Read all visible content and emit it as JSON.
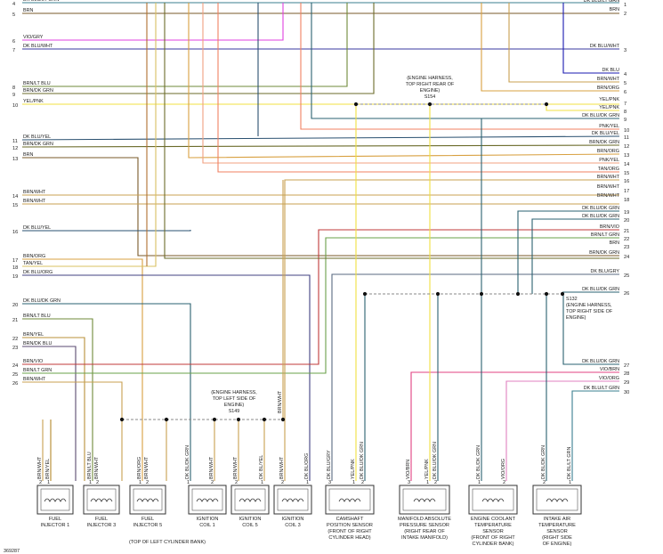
{
  "diagram_id": "369287",
  "colors": {
    "DK BLU/LT GRN": "#3a7f8f",
    "BRN": "#7a5a2a",
    "VIO/GRY": "#e040e0",
    "DK BLU/WHT": "#3a3aa0",
    "BRN/LT BLU": "#6f8a3a",
    "BRN/DK GRN": "#6b6b2a",
    "YEL/PNK": "#f0e040",
    "DK BLU/YEL": "#2a5070",
    "BRN/WHT": "#c8a050",
    "BRN/ORG": "#d8a040",
    "TAN/YEL": "#d8c060",
    "DK BLU/ORG": "#404080",
    "DK BLU/DK GRN": "#2a6070",
    "BRN/YEL": "#b8903a",
    "BRN/DK BLU": "#5a4a70",
    "BRN/VIO": "#c03a3a",
    "BRN/LT GRN": "#6aa04a",
    "DK BLU": "#1a1ab0",
    "PNK/YEL": "#f0a080",
    "TAN/ORG": "#f08060",
    "DK BLU/GRY": "#5a6a80",
    "VIO/BRN": "#e04080",
    "VIO/ORG": "#e080c0",
    "DK BL/DK GRN": "#2a6070",
    "BRN/ORG2": "#b07030"
  },
  "left_wires": [
    {
      "num": "4",
      "label": "DK BLU/LT GRN"
    },
    {
      "num": "5",
      "label": "BRN"
    },
    {
      "num": "6",
      "label": "VIO/GRY"
    },
    {
      "num": "7",
      "label": "DK BLU/WHT"
    },
    {
      "num": "8",
      "label": "BRN/LT BLU"
    },
    {
      "num": "9",
      "label": "BRN/DK GRN"
    },
    {
      "num": "10",
      "label": "YEL/PNK"
    },
    {
      "num": "11",
      "label": "DK BLU/YEL"
    },
    {
      "num": "12",
      "label": "BRN/DK GRN"
    },
    {
      "num": "13",
      "label": "BRN"
    },
    {
      "num": "14",
      "label": "BRN/WHT"
    },
    {
      "num": "15",
      "label": "BRN/WHT"
    },
    {
      "num": "16",
      "label": "DK BLU/YEL"
    },
    {
      "num": "17",
      "label": "BRN/ORG"
    },
    {
      "num": "18",
      "label": "TAN/YEL"
    },
    {
      "num": "19",
      "label": "DK BLU/ORG"
    },
    {
      "num": "20",
      "label": "DK BLU/DK GRN"
    },
    {
      "num": "21",
      "label": "BRN/LT BLU"
    },
    {
      "num": "22",
      "label": "BRN/YEL"
    },
    {
      "num": "23",
      "label": "BRN/DK BLU"
    },
    {
      "num": "24",
      "label": "BRN/VIO"
    },
    {
      "num": "25",
      "label": "BRN/LT GRN"
    },
    {
      "num": "26",
      "label": "BRN/WHT"
    }
  ],
  "right_wires": [
    {
      "num": "1",
      "label": "DK BLU/LT GRN"
    },
    {
      "num": "2",
      "label": "BRN"
    },
    {
      "num": "3",
      "label": "DK BLU/WHT"
    },
    {
      "num": "4",
      "label": "DK BLU"
    },
    {
      "num": "5",
      "label": "BRN/WHT"
    },
    {
      "num": "6",
      "label": "BRN/ORG"
    },
    {
      "num": "7",
      "label": "YEL/PNK"
    },
    {
      "num": "8",
      "label": "YEL/PNK"
    },
    {
      "num": "9",
      "label": "DK BLU/DK GRN"
    },
    {
      "num": "10",
      "label": "PNK/YEL"
    },
    {
      "num": "11",
      "label": "DK BLU/YEL"
    },
    {
      "num": "12",
      "label": "BRN/DK GRN"
    },
    {
      "num": "13",
      "label": "BRN/ORG"
    },
    {
      "num": "14",
      "label": "PNK/YEL"
    },
    {
      "num": "15",
      "label": "TAN/ORG"
    },
    {
      "num": "16",
      "label": "BRN/WHT"
    },
    {
      "num": "17",
      "label": "BRN/WHT"
    },
    {
      "num": "18",
      "label": "BRN/WHT"
    },
    {
      "num": "19",
      "label": "DK BLU/DK GRN"
    },
    {
      "num": "20",
      "label": "DK BLU/DK GRN"
    },
    {
      "num": "21",
      "label": "BRN/VIO"
    },
    {
      "num": "22",
      "label": "BRN/LT GRN"
    },
    {
      "num": "23",
      "label": "BRN"
    },
    {
      "num": "24",
      "label": "BRN/DK GRN"
    },
    {
      "num": "25",
      "label": "DK BLU/GRY"
    },
    {
      "num": "26",
      "label": "DK BLU/DK GRN"
    },
    {
      "num": "27",
      "label": "DK BLU/DK GRN"
    },
    {
      "num": "28",
      "label": "VIO/BRN"
    },
    {
      "num": "29",
      "label": "VIO/ORG"
    },
    {
      "num": "30",
      "label": "DK BLU/LT GRN"
    }
  ],
  "splices": [
    {
      "name": "S154",
      "note": [
        "(ENGINE HARNESS,",
        "TOP RIGHT REAR OF",
        "ENGINE)",
        "S154"
      ]
    },
    {
      "name": "S132",
      "note": [
        "S132",
        "(ENGINE HARNESS,",
        "TOP RIGHT SIDE OF",
        "ENGINE)"
      ]
    },
    {
      "name": "S149",
      "note": [
        "(ENGINE HARNESS,",
        "TOP LEFT SIDE OF",
        "ENGINE)",
        "S149"
      ]
    }
  ],
  "components": [
    {
      "id": "inj1",
      "caption": [
        "FUEL",
        "INJECTOR 1"
      ],
      "pins": [
        {
          "n": "2",
          "label": "BRN/WHT"
        },
        {
          "n": "1",
          "label": "BRN/YEL"
        }
      ]
    },
    {
      "id": "inj3",
      "caption": [
        "FUEL",
        "INJECTOR 3"
      ],
      "pins": [
        {
          "n": "1",
          "label": "BRN/LT BLU"
        },
        {
          "n": "2",
          "label": "BRN/WHT"
        }
      ]
    },
    {
      "id": "inj5",
      "caption": [
        "FUEL",
        "INJECTOR 5"
      ],
      "pins": [
        {
          "n": "1",
          "label": "BRN/ORG"
        },
        {
          "n": "2",
          "label": "BRN/WHT"
        }
      ]
    },
    {
      "id": "coil1",
      "caption": [
        "IGNITION",
        "COIL 1"
      ],
      "pins": [
        {
          "n": "1",
          "label": "DK BL/DK GRN"
        },
        {
          "n": "2",
          "label": "BRN/WHT"
        }
      ]
    },
    {
      "id": "coil5",
      "caption": [
        "IGNITION",
        "COIL 5"
      ],
      "pins": [
        {
          "n": "2",
          "label": "BRN/WHT"
        },
        {
          "n": "1",
          "label": "DK BL/YEL"
        }
      ]
    },
    {
      "id": "coil3",
      "caption": [
        "IGNITION",
        "COIL 3"
      ],
      "pins": [
        {
          "n": "2",
          "label": "BRN/WHT"
        },
        {
          "n": "1",
          "label": "DK BL/ORG"
        }
      ]
    },
    {
      "id": "cam",
      "caption": [
        "CAMSHAFT",
        "POSITION SENSOR",
        "(FRONT OF RIGHT",
        "CYLINDER HEAD)"
      ],
      "pins": [
        {
          "n": "3",
          "label": "DK BLU/GRY"
        },
        {
          "n": "1",
          "label": "YEL/PNK"
        },
        {
          "n": "2",
          "label": "DK BLU/DK GRN"
        }
      ]
    },
    {
      "id": "map",
      "caption": [
        "MANIFOLD ABSOLUTE",
        "PRESSURE SENSOR",
        "(RIGHT REAR OF",
        "INTAKE MANIFOLD)"
      ],
      "pins": [
        {
          "n": "3",
          "label": "VIO/BRN"
        },
        {
          "n": "1",
          "label": "YEL/PNK"
        },
        {
          "n": "2",
          "label": "DK BLU/DK GRN"
        }
      ]
    },
    {
      "id": "ect",
      "caption": [
        "ENGINE COOLANT",
        "TEMPERATURE",
        "SENSOR",
        "(FRONT OF RIGHT",
        "CYLINDER BANK)"
      ],
      "pins": [
        {
          "n": "1",
          "label": "DK BL/DK GRN"
        },
        {
          "n": "2",
          "label": "VIO/ORG"
        }
      ]
    },
    {
      "id": "iat",
      "caption": [
        "INTAKE AIR",
        "TEMPERATURE",
        "SENSOR",
        "(RIGHT SIDE",
        "OF ENGINE)"
      ],
      "pins": [
        {
          "n": "2",
          "label": "DK BL/DK GRN"
        },
        {
          "n": "1",
          "label": "DK BL/LT GRN"
        }
      ]
    }
  ],
  "group_caption": "(TOP OF LEFT CYLINDER BANK)",
  "s149_wire_label": "BRN/WHT"
}
